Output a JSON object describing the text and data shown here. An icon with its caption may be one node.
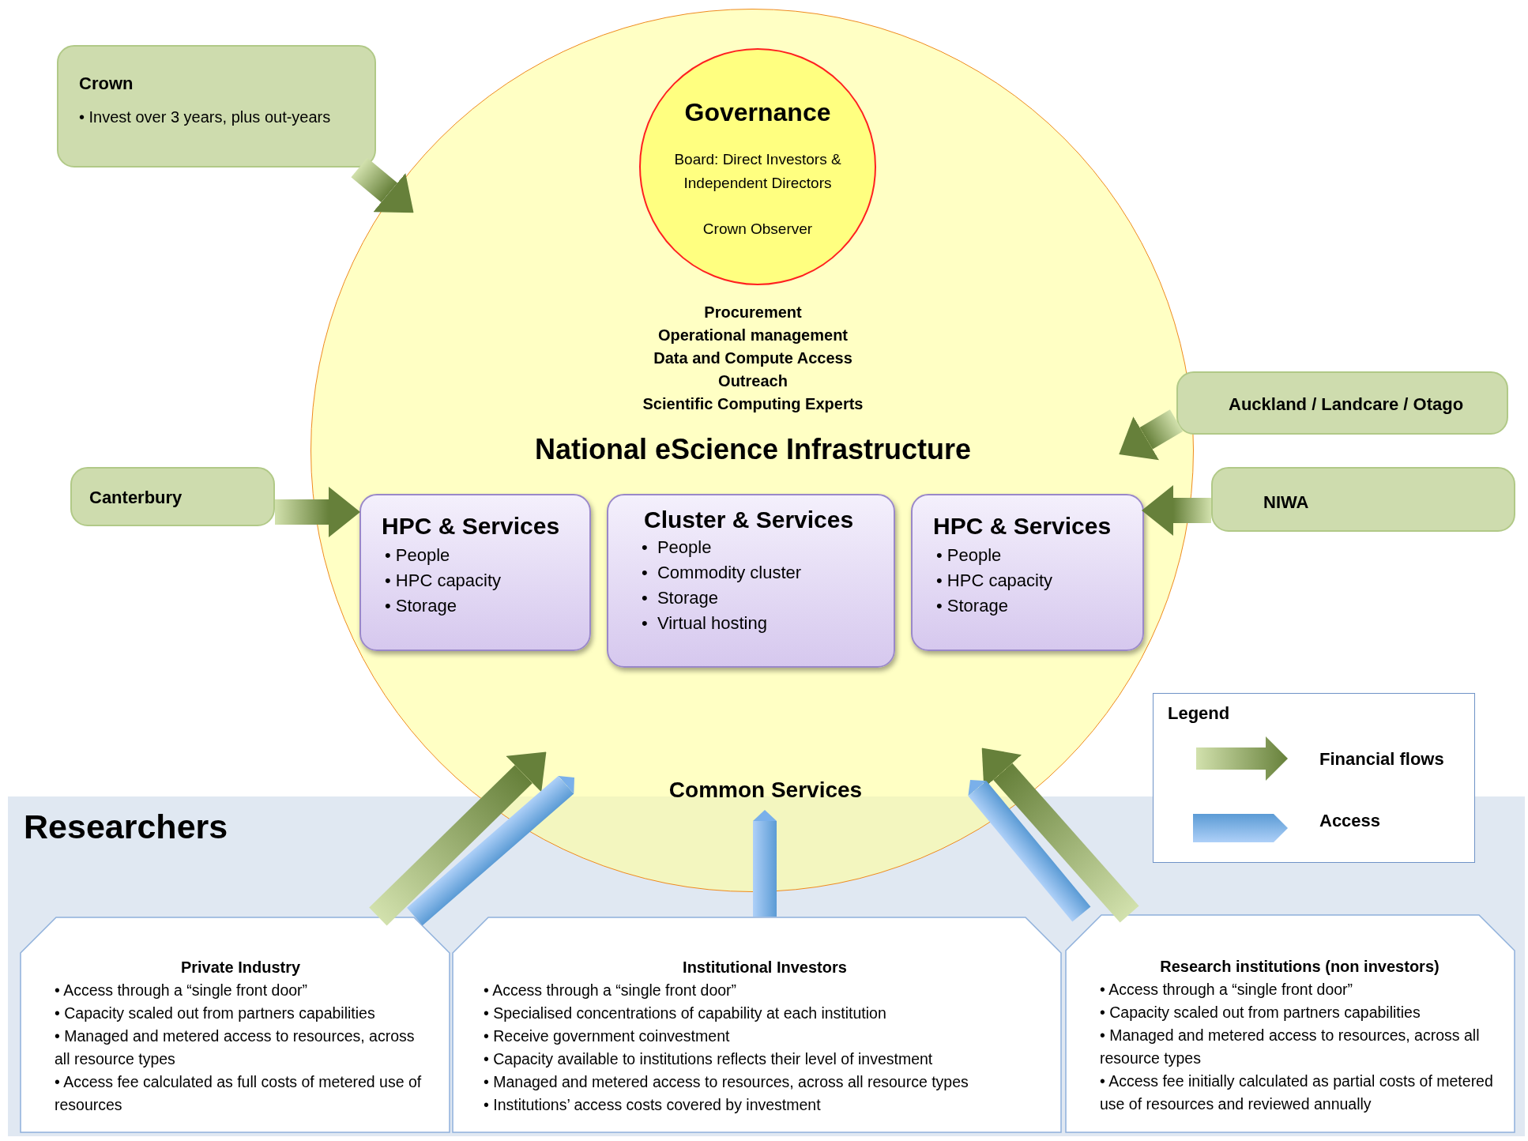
{
  "diagram": {
    "nodes": [
      {
        "text": [
          "Procurement",
          "Operational management",
          "Data and Compute Access",
          "Outreach",
          "Scientific Computing Experts",
          "National eScience Infrastructure",
          "Common Services"
        ]
      },
      {
        "text": [
          "Governance",
          "Board: Direct Investors & Independent Directors",
          "Crown Observer"
        ],
        "in": 0
      },
      {
        "text": [
          "HPC & Services",
          "• People",
          "• HPC capacity",
          "• Storage"
        ],
        "in": 0
      },
      {
        "text": [
          "Cluster & Services",
          "•  People",
          "•  Commodity cluster",
          "•  Storage",
          "•  Virtual hosting"
        ],
        "in": 0
      },
      {
        "text": [
          "HPC & Services",
          "• People",
          "• HPC capacity",
          "• Storage"
        ],
        "in": 0
      },
      {
        "text": [
          "Crown",
          "• Invest over 3 years, plus out-years"
        ]
      },
      {
        "text": [
          "Canterbury"
        ]
      },
      {
        "text": [
          "Auckland / Landcare / Otago"
        ]
      },
      {
        "text": [
          "NIWA"
        ]
      },
      {
        "text": [
          "Researchers"
        ]
      },
      {
        "text": [
          "Private Industry",
          "• Access through a “single front door”",
          "• Capacity scaled out from partners capabilities",
          "• Managed and metered access to resources, across all resource types",
          "• Access fee calculated as full costs of metered use of resources"
        ],
        "in": 9
      },
      {
        "text": [
          "Institutional Investors",
          "• Access through a “single front door”",
          "• Specialised concentrations of capability at each institution",
          "• Receive government coinvestment",
          "• Capacity available to institutions reflects their level of investment",
          "• Managed and metered access to resources, across all resource types",
          "• Institutions’ access costs covered by investment"
        ],
        "in": 9
      },
      {
        "text": [
          "Research institutions (non investors)",
          "• Access through a “single front door”",
          "• Capacity scaled out from partners capabilities",
          "• Managed and metered access to resources, across all resource types",
          "• Access fee initially calculated as partial costs of metered use of resources and reviewed annually"
        ],
        "in": 9
      }
    ],
    "edges": [
      {
        "from": 5,
        "to": 0,
        "arrow": "to"
      },
      {
        "from": 6,
        "to": 2,
        "arrow": "to"
      },
      {
        "from": 7,
        "to": 0,
        "arrow": "to"
      },
      {
        "from": 8,
        "to": 4,
        "arrow": "to"
      },
      {
        "from": 10,
        "to": 0,
        "arrow": "to"
      },
      {
        "from": 10,
        "to": 0,
        "arrow": "to",
        "color": "#5b9bd5"
      },
      {
        "from": 11,
        "to": 0,
        "arrow": "to",
        "color": "#5b9bd5"
      },
      {
        "from": 12,
        "to": 0,
        "arrow": "to"
      },
      {
        "from": 12,
        "to": 0,
        "arrow": "to",
        "color": "#5b9bd5"
      }
    ],
    "labels": [
      "Legend"
    ],
    "legend": [
      {
        "text": "Financial flows"
      },
      {
        "text": "Access"
      }
    ]
  }
}
